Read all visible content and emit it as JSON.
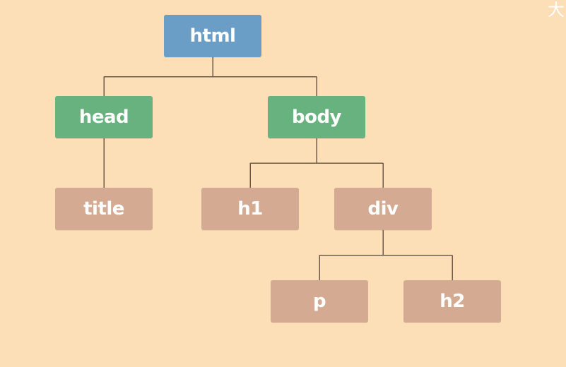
{
  "diagram": {
    "nodes": [
      {
        "id": "html",
        "label": "html"
      },
      {
        "id": "head",
        "label": "head"
      },
      {
        "id": "body",
        "label": "body"
      },
      {
        "id": "title",
        "label": "title"
      },
      {
        "id": "h1",
        "label": "h1"
      },
      {
        "id": "div",
        "label": "div"
      },
      {
        "id": "p",
        "label": "p"
      },
      {
        "id": "h2",
        "label": "h2"
      }
    ],
    "edges": [
      [
        "html",
        "head"
      ],
      [
        "html",
        "body"
      ],
      [
        "head",
        "title"
      ],
      [
        "body",
        "h1"
      ],
      [
        "body",
        "div"
      ],
      [
        "div",
        "p"
      ],
      [
        "div",
        "h2"
      ]
    ]
  },
  "colors": {
    "background": "#fcdfb6",
    "root": "#6a9ec6",
    "level1": "#68b27f",
    "leaf": "#d4aa93",
    "connector": "#6e5a4a",
    "text": "#ffffff"
  },
  "corner_text": "大"
}
